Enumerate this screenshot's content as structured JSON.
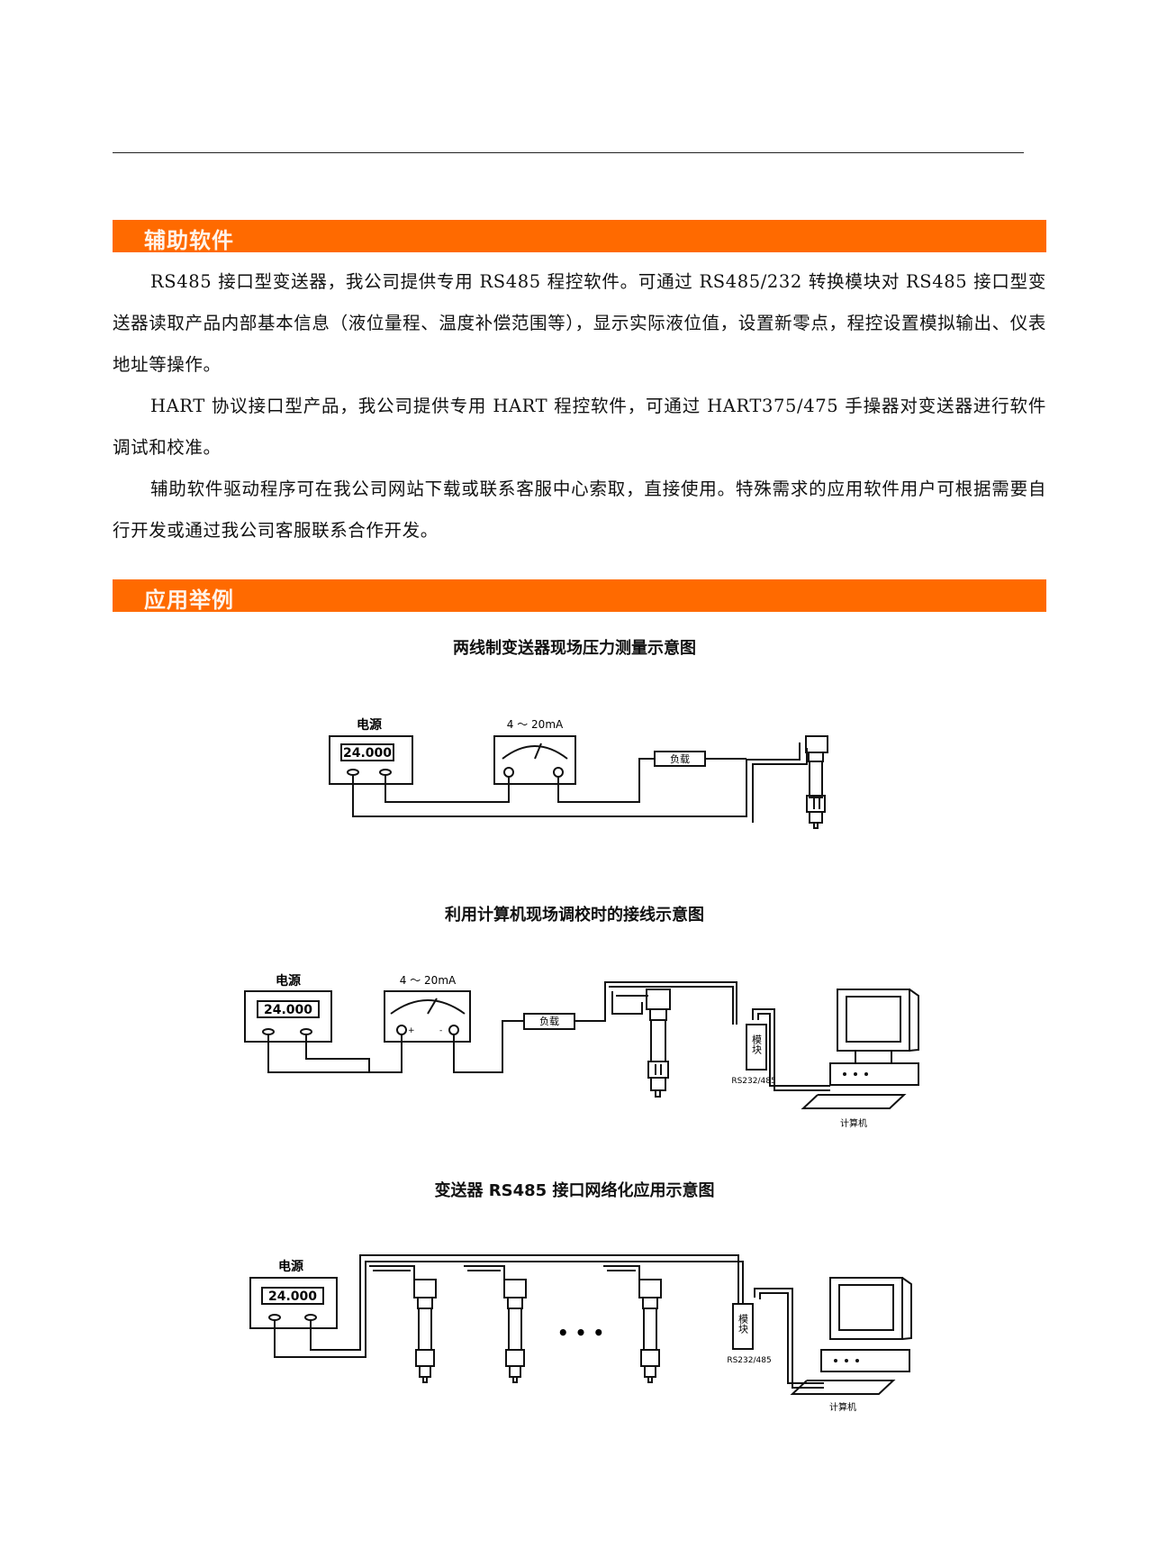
{
  "sections": {
    "software": {
      "title": "辅助软件",
      "paragraphs": [
        "RS485 接口型变送器，我公司提供专用 RS485 程控软件。可通过 RS485/232 转换模块对 RS485 接口型变送器读取产品内部基本信息（液位量程、温度补偿范围等），显示实际液位值，设置新零点，程控设置模拟输出、仪表地址等操作。",
        "HART 协议接口型产品，我公司提供专用 HART 程控软件，可通过 HART375/475 手操器对变送器进行软件调试和校准。",
        "辅助软件驱动程序可在我公司网站下载或联系客服中心索取，直接使用。特殊需求的应用软件用户可根据需要自行开发或通过我公司客服联系合作开发。"
      ]
    },
    "examples": {
      "title": "应用举例"
    }
  },
  "diagrams": {
    "d1": {
      "title": "两线制变送器现场压力测量示意图",
      "power_label": "电源",
      "display": "24.000",
      "meter_label": "4 ～ 20mA",
      "load_label": "负载"
    },
    "d2": {
      "title": "利用计算机现场调校时的接线示意图",
      "power_label": "电源",
      "display": "24.000",
      "meter_label": "4 ～ 20mA",
      "load_label": "负载",
      "module_label": "模块",
      "interface_label": "RS232/485",
      "computer_label": "计算机",
      "meter_plus": "+",
      "meter_minus": "-"
    },
    "d3": {
      "title": "变送器 RS485 接口网络化应用示意图",
      "power_label": "电源",
      "display": "24.000",
      "ellipsis": "• • •",
      "module_label": "模块",
      "interface_label": "RS232/485",
      "computer_label": "计算机"
    }
  }
}
